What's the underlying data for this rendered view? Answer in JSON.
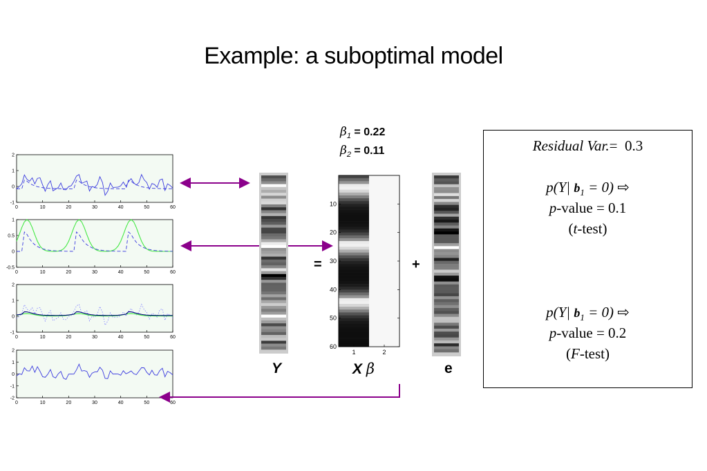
{
  "title": "Example: a suboptimal model",
  "equation": {
    "beta1": {
      "symbol": "β",
      "subscript": "1",
      "value": "= 0.22"
    },
    "beta2": {
      "symbol": "β",
      "subscript": "2",
      "value": "= 0.11"
    },
    "equals": "=",
    "plus": "+",
    "label_y": "Y",
    "label_x": "X",
    "label_beta": "β",
    "label_e": "e"
  },
  "xb_axis": {
    "y_ticks": [
      "10",
      "20",
      "30",
      "40",
      "50",
      "60"
    ],
    "x_ticks": [
      "1",
      "2"
    ]
  },
  "results": {
    "residual_label": "Residual Var.",
    "residual_eq": "=",
    "residual_value": "0.3",
    "t_prefix": "p(Y|",
    "t_b": "b",
    "t_b_sub": "1",
    "t_suffix": "= 0)",
    "t_arrow": "⇨",
    "t_pvalue_p": "p",
    "t_pvalue_rest": "-value = 0.1",
    "t_test_open": "(",
    "t_test_letter": "t",
    "t_test_rest": "-test)",
    "f_prefix": "p(Y|",
    "f_b": "b",
    "f_b_sub": "1",
    "f_suffix": "= 0)",
    "f_arrow": "⇨",
    "f_pvalue_p": "p",
    "f_pvalue_rest": "-value = 0.2",
    "f_test_open": "(",
    "f_test_letter": "F",
    "f_test_rest": "-test)"
  },
  "plots": [
    {
      "yticks": [
        "2",
        "1",
        "0",
        "-1"
      ],
      "xticks": [
        "0",
        "10",
        "20",
        "30",
        "40",
        "50",
        "60"
      ]
    },
    {
      "yticks": [
        "1",
        "0.5",
        "0",
        "-0.5"
      ],
      "xticks": [
        "0",
        "10",
        "20",
        "30",
        "40",
        "50",
        "60"
      ]
    },
    {
      "yticks": [
        "2",
        "1",
        "0",
        "-1"
      ],
      "xticks": [
        "0",
        "10",
        "20",
        "30",
        "40",
        "50",
        "60"
      ]
    },
    {
      "yticks": [
        "2",
        "1",
        "0",
        "-1",
        "-2"
      ],
      "xticks": [
        "0",
        "10",
        "20",
        "30",
        "40",
        "50",
        "60"
      ]
    }
  ],
  "colors": {
    "arrow": "#8b008b",
    "plot_bg": "#f3faf3",
    "signal_blue": "#3a3adf",
    "model_green": "#44e844",
    "dark_blue": "#000080"
  }
}
